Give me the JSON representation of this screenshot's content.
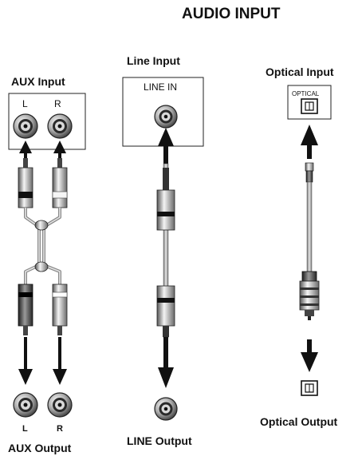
{
  "title": "AUDIO INPUT",
  "aux": {
    "input_heading": "AUX Input",
    "jack_left_label": "L",
    "jack_right_label": "R",
    "plug_left_label": "L",
    "plug_right_label": "R",
    "output_heading": "AUX Output"
  },
  "line": {
    "input_heading": "Line Input",
    "port_label": "LINE IN",
    "output_heading": "LINE Output"
  },
  "optical": {
    "input_heading": "Optical Input",
    "port_label": "OPTICAL",
    "output_heading": "Optical Output"
  }
}
